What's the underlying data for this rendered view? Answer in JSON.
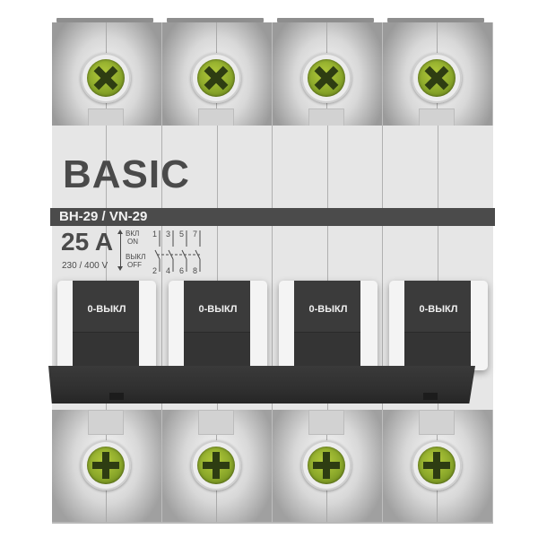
{
  "product": {
    "type": "4-pole load switch (modular circuit breaker style)",
    "brand": "BASIC",
    "model": "ВН-29 / VN-29",
    "current_rating": "25 A",
    "voltage_rating": "230 / 400 V",
    "state_labels": {
      "on_ru": "ВКЛ",
      "on_en": "ON",
      "off_ru": "ВЫКЛ",
      "off_en": "OFF"
    },
    "contact_diagram": {
      "top_terminals": [
        "1",
        "3",
        "5",
        "7"
      ],
      "bottom_terminals": [
        "2",
        "4",
        "6",
        "8"
      ]
    },
    "poles": [
      {
        "toggle_label": "0-ВЫКЛ"
      },
      {
        "toggle_label": "0-ВЫКЛ"
      },
      {
        "toggle_label": "0-ВЫКЛ"
      },
      {
        "toggle_label": "0-ВЫКЛ"
      }
    ]
  },
  "colors": {
    "body": "#e6e6e6",
    "label_bar": "#4b4b4b",
    "text_dark": "#4a4a4a",
    "toggle": "#3b3b3b",
    "screw_green": "#8aa72a",
    "background": "#ffffff"
  }
}
